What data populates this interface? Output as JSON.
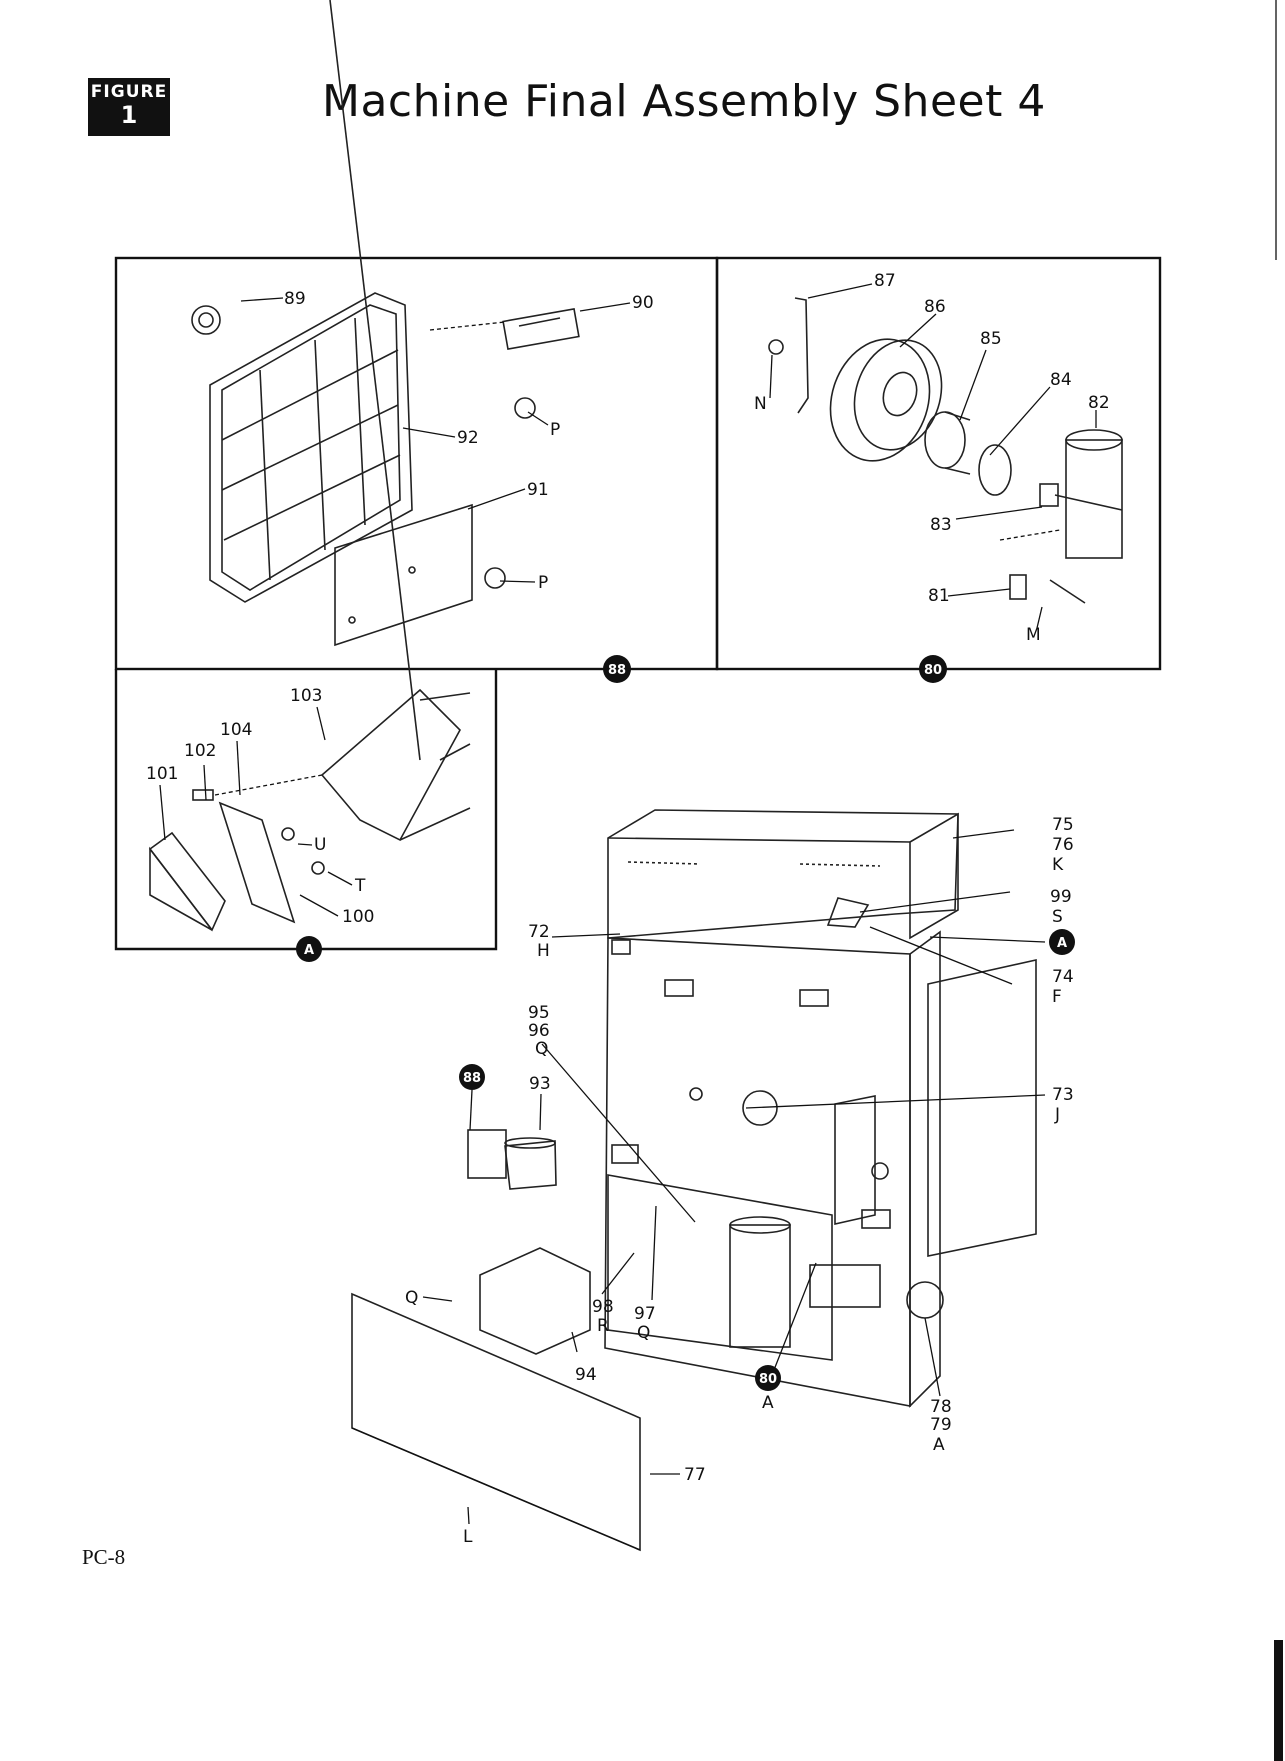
{
  "header": {
    "figure_label": "FIGURE",
    "figure_number": "1",
    "title": "Machine Final Assembly   Sheet 4"
  },
  "footer": {
    "page_ref": "PC-8"
  },
  "callouts": {
    "c88": "88",
    "c80": "80",
    "cA": "A"
  },
  "labels": {
    "p89": "89",
    "p90": "90",
    "p92": "92",
    "p91": "91",
    "pP1": "P",
    "pP2": "P",
    "p87": "87",
    "p86": "86",
    "p85": "85",
    "p84": "84",
    "p82": "82",
    "pN": "N",
    "p83": "83",
    "p81": "81",
    "pM": "M",
    "p103": "103",
    "p104": "104",
    "p102": "102",
    "p101": "101",
    "pU": "U",
    "pT": "T",
    "p100": "100",
    "p75": "75",
    "p76": "76",
    "pK": "K",
    "p99": "99",
    "pS": "S",
    "p72": "72",
    "pH": "H",
    "p74": "74",
    "pF": "F",
    "p95": "95",
    "p96": "96",
    "pQ1": "Q",
    "p93": "93",
    "p73": "73",
    "pJ": "J",
    "pQ2": "Q",
    "p98": "98",
    "pR": "R",
    "p97": "97",
    "pQ3": "Q",
    "p94": "94",
    "pA1": "A",
    "p78": "78",
    "p79": "79",
    "pA2": "A",
    "p77": "77",
    "pL": "L"
  }
}
